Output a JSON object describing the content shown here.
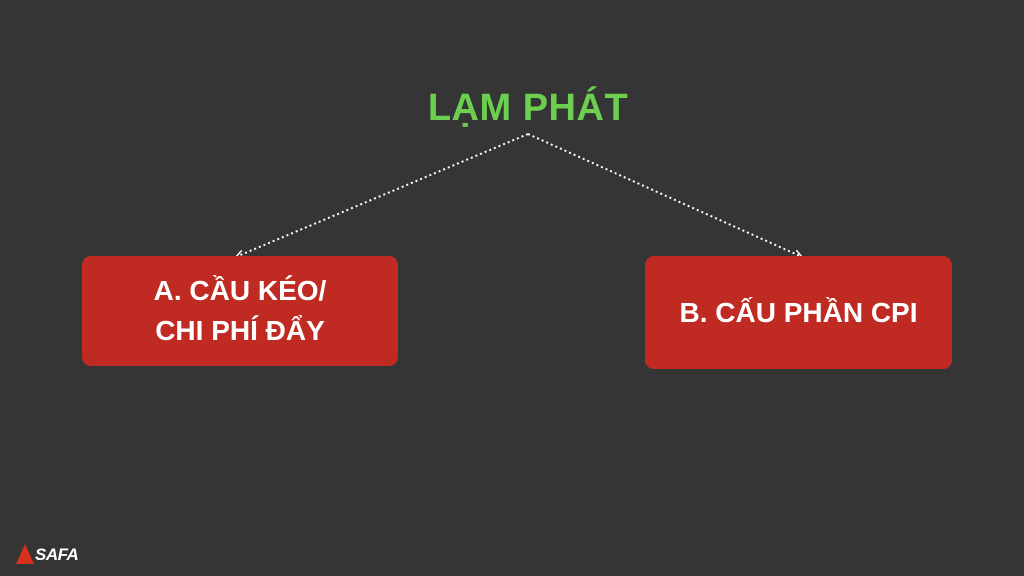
{
  "diagram": {
    "root": {
      "label": "LẠM PHÁT"
    },
    "nodes": [
      {
        "id": "a",
        "lines": [
          "A. CẦU KÉO/",
          "CHI PHÍ ĐẨY"
        ]
      },
      {
        "id": "b",
        "lines": [
          "B. CẤU PHẦN CPI"
        ]
      }
    ],
    "edges": [
      {
        "from": "root",
        "to": "a",
        "style": "dotted-arrow"
      },
      {
        "from": "root",
        "to": "b",
        "style": "dotted-arrow"
      }
    ]
  },
  "colors": {
    "background": "#353535",
    "root_text": "#6ccf4f",
    "node_fill": "#bf2a22",
    "node_text": "#ffffff",
    "connector": "#ffffff",
    "logo_mark": "#d7301f"
  },
  "logo": {
    "text": "SAFA",
    "icon": "triangle-logo-icon"
  }
}
